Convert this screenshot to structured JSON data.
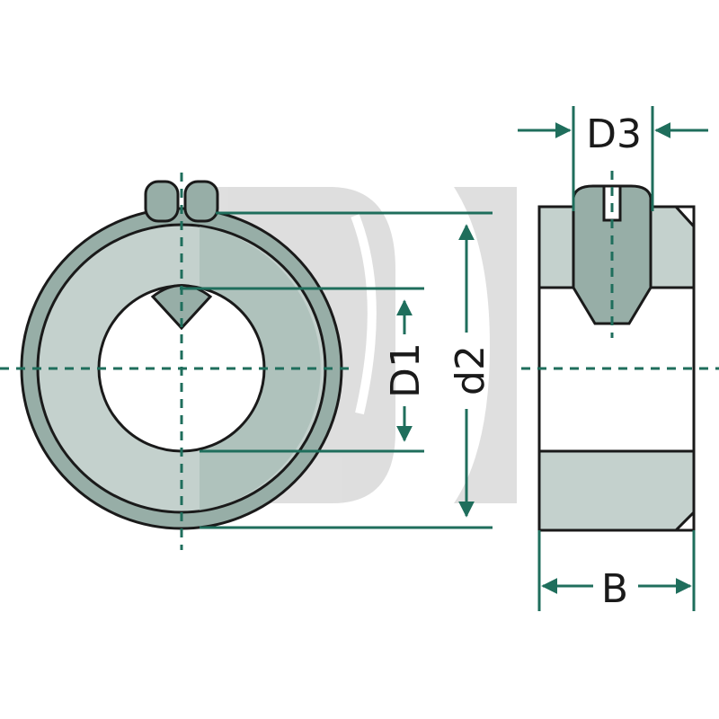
{
  "labels": {
    "d1": "D1",
    "d2": "d2",
    "d3": "D3",
    "b": "B"
  },
  "colors": {
    "ring_fill": "#97aea7",
    "ring_face": "#c4d1cd",
    "outline": "#1a1a1a",
    "dimension_line": "#1f6e5c",
    "watermark": "#d3d3d3"
  },
  "icons": {
    "watermark": "logo-watermark"
  }
}
